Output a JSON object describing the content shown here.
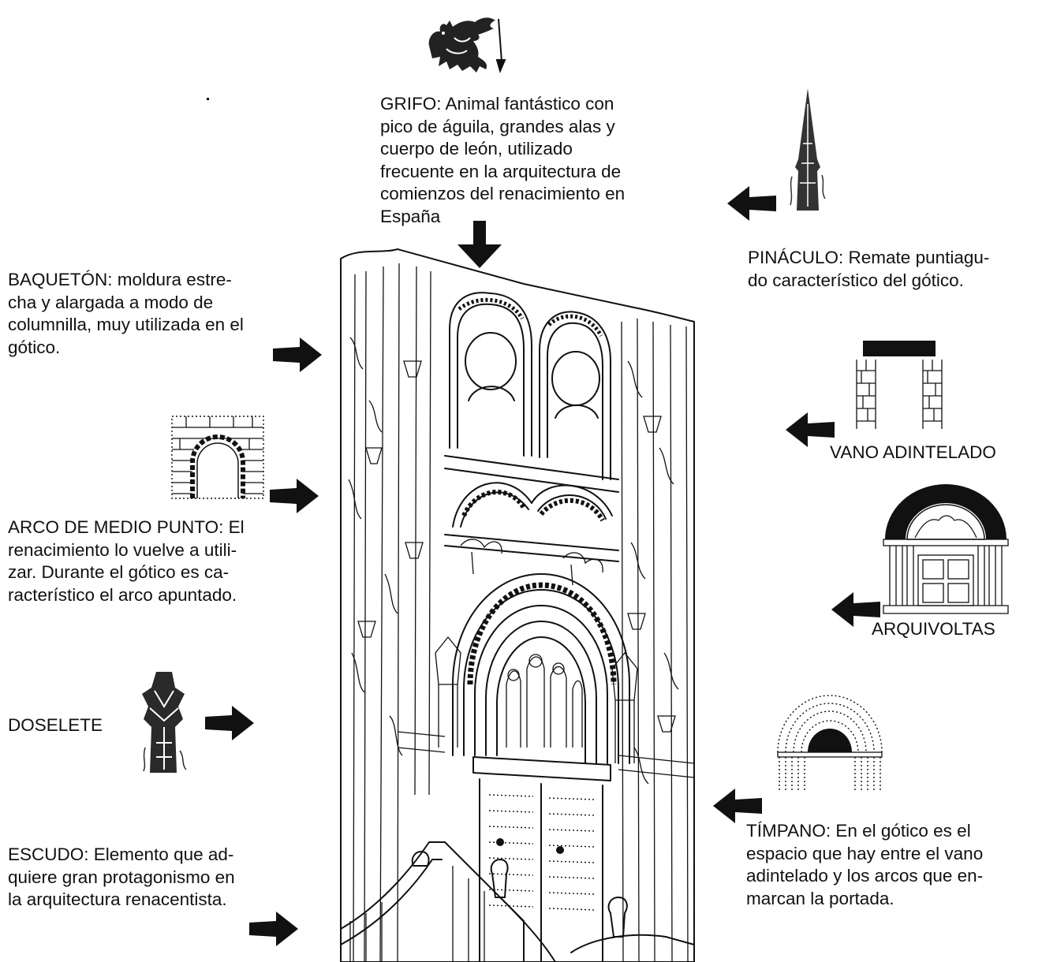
{
  "labels": {
    "grifo": "GRIFO: Animal fantástico con\npico de águila, grandes alas y\ncuerpo de león, utilizado\nfrecuente en la arquitectura de\ncomienzos del renacimiento en\nEspaña",
    "pinaculo": "PINÁCULO: Remate puntiagu-\ndo característico del gótico.",
    "baqueton": "BAQUETÓN: moldura estre-\ncha y alargada a modo de\ncolumnilla, muy utilizada en el\ngótico.",
    "vano_adintelado": "VANO ADINTELADO",
    "arco_medio_punto": "ARCO DE MEDIO PUNTO: El\nrenacimiento lo vuelve a utili-\nzar. Durante el gótico es ca-\nracterístico el arco apuntado.",
    "arquivoltas": "ARQUIVOLTAS",
    "doselete": "DOSELETE",
    "timpano": "TÍMPANO: En el gótico es el\nespacio que hay entre el vano\nadintelado y los arcos que en-\nmarcan la portada.",
    "escudo": "ESCUDO: Elemento que ad-\nquiere gran protagonismo en\nla arquitectura renacentista."
  },
  "icons": {
    "arrow": "arrow-icon",
    "griffin": "griffin-icon",
    "pinnacle": "pinnacle-icon",
    "lintel_opening": "lintel-opening-icon",
    "round_arch": "round-arch-icon",
    "archivolts": "archivolts-icon",
    "canopy": "canopy-icon",
    "tympanum": "tympanum-icon",
    "facade": "gothic-portal-facade-illustration"
  },
  "colors": {
    "ink": "#111111",
    "background": "#ffffff"
  }
}
